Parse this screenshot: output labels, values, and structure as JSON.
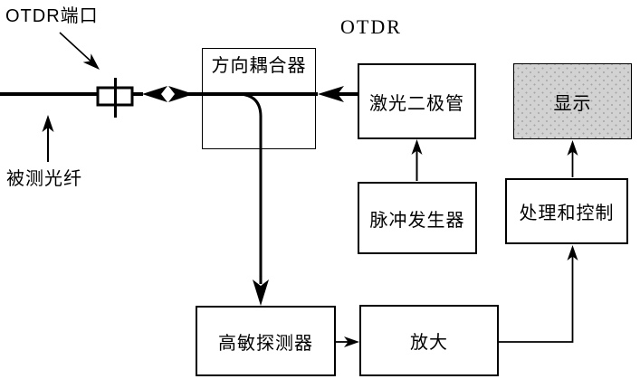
{
  "diagram": {
    "title": "OTDR",
    "annotations": {
      "otdr_port": "OTDR端口",
      "fiber_under_test": "被测光纤"
    },
    "blocks": {
      "coupler": {
        "label": "方向耦合器"
      },
      "laser": {
        "label": "激光二极管"
      },
      "display": {
        "label": "显示"
      },
      "pulse": {
        "label": "脉冲发生器"
      },
      "processing": {
        "label": "处理和控制"
      },
      "detector": {
        "label": "高敏探测器"
      },
      "amplifier": {
        "label": "放大"
      }
    },
    "icons": {
      "bidirectional_arrow": "double-headed-arrow",
      "fiber_connector": "fiber-connector-symbol"
    },
    "colors": {
      "stroke": "#000000",
      "background": "#ffffff",
      "display_fill": "#d2d2d2",
      "display_dot": "#a6a6a6"
    }
  }
}
